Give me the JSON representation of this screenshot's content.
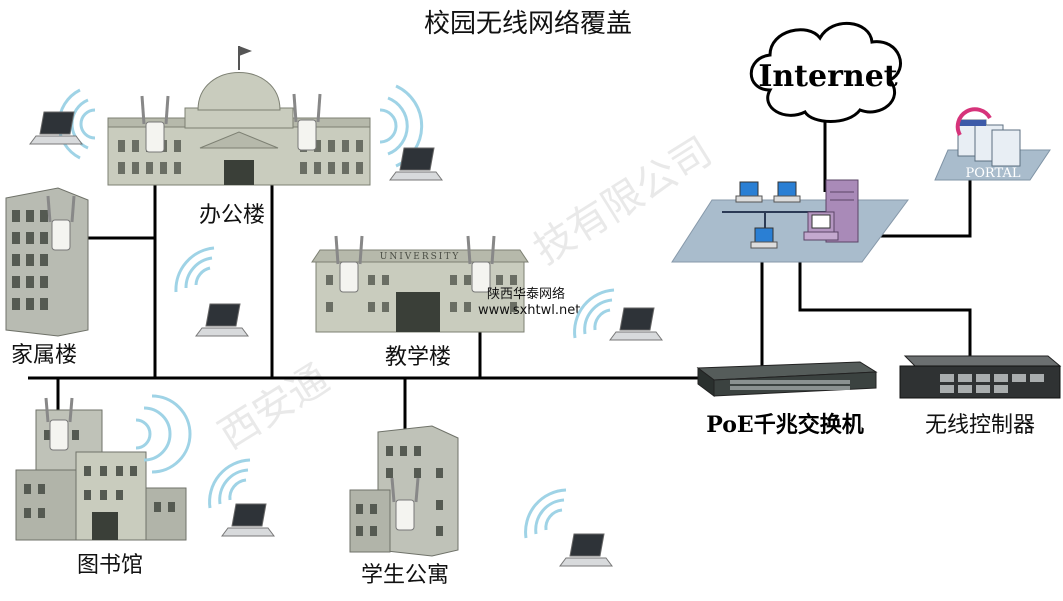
{
  "title": "校园无线网络覆盖",
  "internet": "Internet",
  "portal": "PORTAL",
  "buildings": {
    "office": "办公楼",
    "family": "家属楼",
    "teaching": "教学楼",
    "university_sign": "UNIVERSITY",
    "library": "图书馆",
    "dorm": "学生公寓"
  },
  "devices": {
    "poe_switch": "PoE千兆交换机",
    "wireless_controller": "无线控制器"
  },
  "watermarks": {
    "company_fragment_1": "西安通",
    "company_fragment_2": "技有限公司",
    "site_name": "陕西华泰网络",
    "site_url": "www.sxhtwl.net"
  },
  "colors": {
    "wave": "#9fd3e6",
    "building": "#c9ccbe",
    "lan": "#a9bccc",
    "server": "#a98ab8"
  }
}
